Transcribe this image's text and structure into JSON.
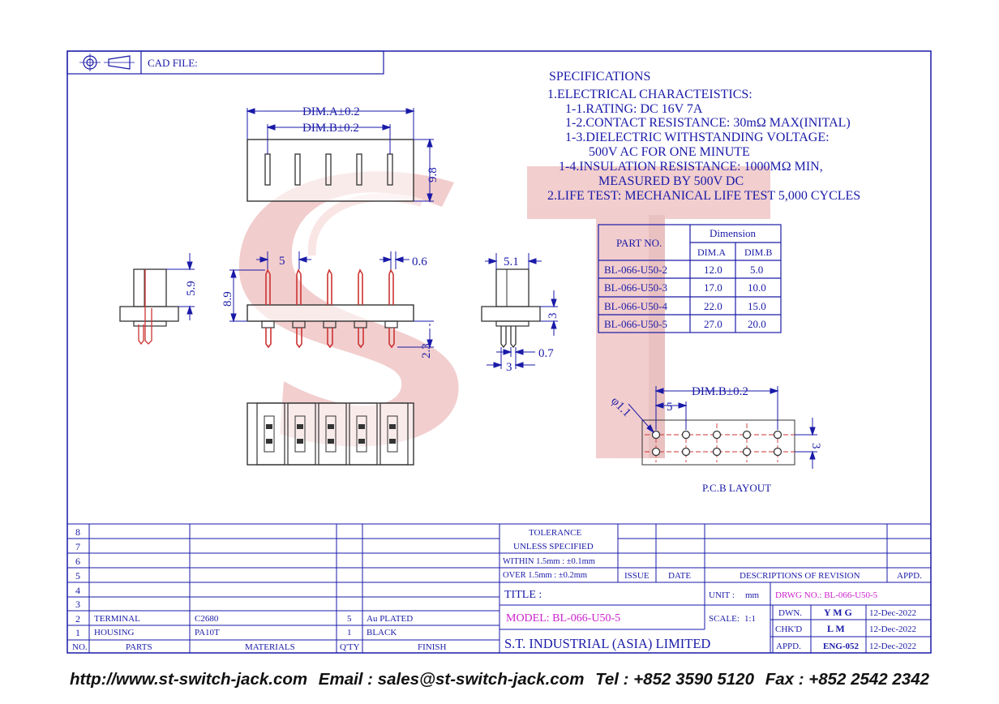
{
  "header": {
    "cad_file_label": "CAD FILE:"
  },
  "specs": {
    "title": "SPECIFICATIONS",
    "lines": [
      "1.ELECTRICAL  CHARACTEISTICS:",
      "1-1.RATING:  DC  16V  7A",
      "1-2.CONTACT  RESISTANCE:  30mΩ MAX(INITAL)",
      "1-3.DIELECTRIC  WITHSTANDING  VOLTAGE:",
      "500V  AC  FOR  ONE  MINUTE",
      "1-4.INSULATION  RESISTANCE:  1000MΩ MIN,",
      "MEASURED  BY  500V  DC",
      "2.LIFE  TEST:  MECHANICAL  LIFE  TEST  5,000  CYCLES"
    ]
  },
  "dim_table": {
    "part_header": "PART NO.",
    "group_header": "Dimension",
    "col_a": "DIM.A",
    "col_b": "DIM.B",
    "rows": [
      {
        "part": "BL-066-U50-2",
        "a": "12.0",
        "b": "5.0"
      },
      {
        "part": "BL-066-U50-3",
        "a": "17.0",
        "b": "10.0"
      },
      {
        "part": "BL-066-U50-4",
        "a": "22.0",
        "b": "15.0"
      },
      {
        "part": "BL-066-U50-5",
        "a": "27.0",
        "b": "20.0"
      }
    ]
  },
  "dims": {
    "dim_a": "DIM.A±0.2",
    "dim_b": "DIM.B±0.2",
    "h98": "9.8",
    "h59": "5.9",
    "h89": "8.9",
    "pitch5": "5",
    "w06": "0.6",
    "w51": "5.1",
    "h3": "3",
    "h23": "2.3",
    "w07": "0.7",
    "w3": "3",
    "pcb_dim_b": "DIM.B±0.2",
    "pcb_hole": "φ1.1",
    "pcb_pitch": "5",
    "pcb_h3": "3"
  },
  "pcb_layout_label": "P.C.B LAYOUT",
  "watermark": "ST",
  "bom": {
    "rows": [
      {
        "no": "8",
        "part": "",
        "material": "",
        "qty": "",
        "finish": ""
      },
      {
        "no": "7",
        "part": "",
        "material": "",
        "qty": "",
        "finish": ""
      },
      {
        "no": "6",
        "part": "",
        "material": "",
        "qty": "",
        "finish": ""
      },
      {
        "no": "5",
        "part": "",
        "material": "",
        "qty": "",
        "finish": ""
      },
      {
        "no": "4",
        "part": "",
        "material": "",
        "qty": "",
        "finish": ""
      },
      {
        "no": "3",
        "part": "",
        "material": "",
        "qty": "",
        "finish": ""
      },
      {
        "no": "2",
        "part": "TERMINAL",
        "material": "C2680",
        "qty": "5",
        "finish": "Au PLATED"
      },
      {
        "no": "1",
        "part": "HOUSING",
        "material": "PA10T",
        "qty": "1",
        "finish": "BLACK"
      }
    ],
    "headers": {
      "no": "NO.",
      "parts": "PARTS",
      "materials": "MATERIALS",
      "qty": "Q'TY",
      "finish": "FINISH"
    }
  },
  "tolerance": {
    "title1": "TOLERANCE",
    "title2": "UNLESS  SPECIFIED",
    "within": "WITHIN  1.5mm : ±0.1mm",
    "over": "OVER    1.5mm : ±0.2mm"
  },
  "revision": {
    "issue": "ISSUE",
    "date": "DATE",
    "desc": "DESCRIPTIONS  OF  REVISION",
    "appd": "APPD."
  },
  "title_block": {
    "title_label": "TITLE :",
    "unit_label": "UNIT :",
    "unit_value": "mm",
    "drwg_no": "DRWG NO.: BL-066-U50-5",
    "model": "MODEL: BL-066-U50-5",
    "scale_label": "SCALE:",
    "scale_value": "1:1",
    "company": "S.T.  INDUSTRIAL  (ASIA)  LIMITED",
    "dwn_label": "DWN.",
    "dwn_value": "Y M G",
    "dwn_date": "12-Dec-2022",
    "chk_label": "CHK'D",
    "chk_value": "L M",
    "chk_date": "12-Dec-2022",
    "appd_label": "APPD.",
    "appd_value": "ENG-052",
    "appd_date": "12-Dec-2022"
  },
  "footer": {
    "url": "http://www.st-switch-jack.com",
    "email": "Email : sales@st-switch-jack.com",
    "tel": "Tel : +852 3590 5120",
    "fax": "Fax : +852 2542 2342"
  },
  "colors": {
    "line": "#1a1aa8",
    "drawing": "#333333",
    "pin": "#cc3333",
    "watermark": "#e89a9a",
    "model": "#cc22cc"
  }
}
